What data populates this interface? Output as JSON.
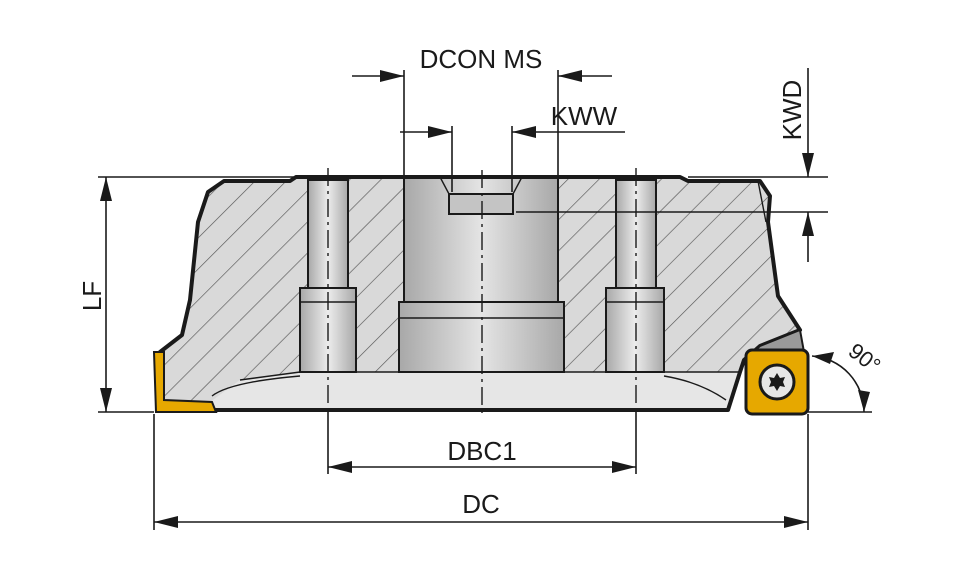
{
  "labels": {
    "dcon_ms": "DCON MS",
    "kww": "KWW",
    "kwd": "KWD",
    "lf": "LF",
    "dbc1": "DBC1",
    "dc": "DC",
    "angle": "90°"
  },
  "colors": {
    "body_fill": "#d9d9d9",
    "bore_fill": "#b9b9b9",
    "face_fill": "#e6e6e6",
    "insert_fill": "#e6a800",
    "insert_edge": "#1a1a1a",
    "outline": "#1a1a1a",
    "hatch": "#555555"
  },
  "icons": {
    "insert_screw": "torx-screw-icon"
  }
}
